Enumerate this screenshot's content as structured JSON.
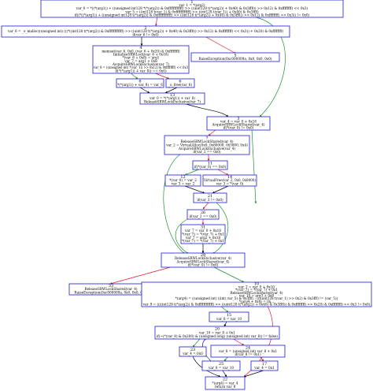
{
  "colors": {
    "node_border": "#1a1ad6",
    "edge_default": "#000000",
    "edge_true": "#1e8e2e",
    "edge_false": "#e0182f",
    "edge_back": "#1a1ad6"
  },
  "nodes": {
    "n1": {
      "id": "1",
      "lines": [
        "var_1 = *(arg2)",
        "var_0 = *((*(arg1)) + ((unsigned int128 *(*(arg2)) & 0xffffffffffff) >> ((uint128 t(*(arg2)) + 0x40) & 0x3ff8)) >> 0x12) & 0xffffffff) << 0x3)",
        "var_5 = ((int128 t(var_1) & 0xffffffffffff) >> ((int128 t(var_1)) + 0x40) & 0x3ff8)",
        "if((*((*(arg1)) + ((unsigned int128 t(*(arg2)) & 0xffffffffffff) >> ((int128 t(*(arg2)) + 0x40) & 0x3ff8)) >> 0x12) & 0xffffffff) >> 0x3)) != 0x0)"
      ]
    },
    "n2": {
      "id": "2",
      "lines": [
        "var_6 = _o_malloc((unsigned int) (((*((int128 t(*(arg2)) & 0xffffffffffff) >> ((uint128 t(*(arg2)) + 0x40) & 0x3ff8)) >> 0x12) & 0xffffffff) << 0x3)) + 0x20) & 0xffffffff)",
        "if(var_6 != 0x0)"
      ]
    },
    "n4": {
      "id": "4",
      "lines": [
        "memset(var_6, 0x0, (var_6 + 0x20) & 0xffffffff)",
        "InitializeSRWLock(var_6 + 0x18)",
        "*(var_6 + 0x8) = arg1",
        "var_7 = arg1 + 0x8",
        "AcquireSRWLockExclusive(var_7)",
        "var_8 = ((unsigned int) *(var_1)) >> 0x12) & 0xffffffff) << 0x3",
        "if(*(*(arg1)) + var_8)) == 0x0)"
      ]
    },
    "n5": {
      "id": "5",
      "lines": [
        "RaiseException(0xc000009a, 0x0, 0x0, 0x0)"
      ]
    },
    "n6": {
      "id": "6",
      "lines": [
        "_o_free(var_6)"
      ]
    },
    "n8": {
      "id": "8",
      "lines": [
        "*(*(arg1)) + var_8) = var_6"
      ]
    },
    "n13": {
      "id": "13",
      "lines": [
        "var_0 = *(*(arg1)) + var_8)",
        "ReleaseSRWLockExclusive(var_7)"
      ]
    },
    "n3": {
      "id": "3",
      "lines": [
        "var_4 = var_0 + 0x18",
        "AcquireSRWLockShared(var_4)",
        "if(*(var_0) != 0x0)"
      ]
    },
    "n7": {
      "id": "7",
      "lines": [
        "ReleaseSRWLockShared(var_4)",
        "var_2 = VirtualAlloc(0x0, 0x80000, 0x3000, 0x4)",
        "AcquireSRWLockExclusive(var_4)",
        "if(var_2 == 0x0)"
      ]
    },
    "n10": {
      "id": "10",
      "lines": [
        "var_7 = var_0 + 0x10",
        "*(var_7) = *(var_7) + 0x1",
        "ReleaseSRWLockShared(var_4)",
        "var_10 = arg3 + 0x8",
        "*(arg4) = ((unsigned int) ((int) var_5) & 0x3fff) - (((uint128 t(var_1) >> 0x2) & 0x3fff) != (var_5))",
        "*(arg4 + 0x4) = 0x...",
        "var_9 = ((((int128 t(*(arg2)) & 0xffffffffffff) >> ((uint128 t(*(arg2)) + 0x40) & 0x3ff8)) & 0xffffffff) >> 0x20) & 0xffffffff) << 0x3 != 0x0)"
      ]
    },
    "n11": {
      "id": "11",
      "lines": [
        "if(*(var_0) == 0x0)"
      ]
    },
    "n12": {
      "id": "12",
      "lines": [
        "*(var_0) = var_2",
        "var_3 = var_2"
      ]
    },
    "n14": {
      "id": "14",
      "lines": [
        "VirtualFree(var_2, 0x0, 0x8000)",
        "var_3 = *(var_0)"
      ]
    },
    "n21": {
      "id": "21",
      "lines": [
        "if(var_3 != 0x0)"
      ]
    },
    "n26": {
      "id": "26",
      "lines": [
        "if(var_2 == 0x0)"
      ]
    },
    "n31": {
      "id": "31",
      "lines": [
        "var_7 = var_0 + 0x18",
        "*(var_7) = *(var_7) + 0x1",
        "var_7 = arg2 + 0x18",
        "*(var_7) = *(var_7) + 0x1"
      ]
    },
    "n29": {
      "id": "29",
      "lines": [
        "ReleaseSRWLockExclusive(var_4)",
        "AcquireSRWLockShared(var_4)",
        "if(*(var_0) != 0x0)"
      ]
    },
    "n33": {
      "id": "33",
      "lines": [
        "ReleaseSRWLockShared(var_4)",
        "RaiseException(0xc000009a, 0x0, 0x0, 0x0)"
      ]
    },
    "n15": {
      "id": "15",
      "lines": [
        "var_8 = var_10"
      ]
    },
    "n20": {
      "id": "20",
      "lines": [
        "var_10 = var_8 + 0x1",
        "if(~(*(var_8) & 0x200) & (unsigned long) (unsigned int) var_8)) != false)"
      ]
    },
    "n23": {
      "id": "23",
      "lines": [
        "var_4 = 0x0"
      ]
    },
    "n24": {
      "id": "24",
      "lines": [
        "var_8 = (unsigned int) var_8 + 0x1",
        "if(var_8 != 0x1)"
      ]
    },
    "n25": {
      "id": "25",
      "lines": [
        "var_8 = var_10"
      ]
    },
    "n17": {
      "id": "17",
      "lines": [
        "var_4 = 0x1"
      ]
    },
    "n22": {
      "id": "22",
      "lines": [
        "*(arg4) = var_4",
        "return var_8"
      ]
    }
  }
}
